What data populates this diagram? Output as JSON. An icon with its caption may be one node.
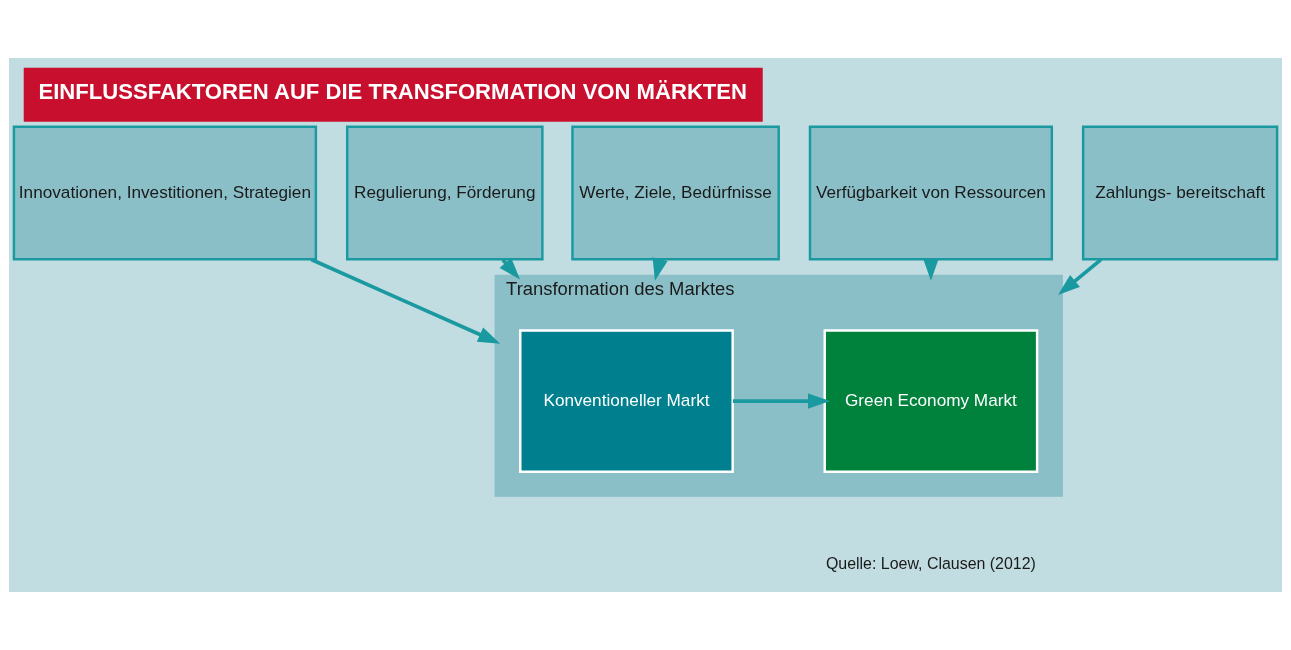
{
  "diagram": {
    "title": "EINFLUSSFAKTOREN AUF DIE TRANSFORMATION VON MÄRKTEN",
    "nodes": [
      {
        "text": [
          "Innovationen, Investitionen, Strategien"
        ]
      },
      {
        "text": [
          "Regulierung, Förderung"
        ]
      },
      {
        "text": [
          "Werte, Ziele, Bedürfnisse"
        ]
      },
      {
        "text": [
          "Verfügbarkeit von Ressourcen"
        ]
      },
      {
        "text": [
          "Zahlungs- bereitschaft"
        ]
      },
      {
        "text": [
          "Transformation des Marktes"
        ]
      },
      {
        "text": [
          "Konventioneller Markt"
        ],
        "in": 5
      },
      {
        "text": [
          "Green Economy Markt"
        ],
        "in": 5
      }
    ],
    "edges": [
      {
        "from": 0,
        "to": 5,
        "arrow": "to"
      },
      {
        "from": 1,
        "to": 5,
        "arrow": "to"
      },
      {
        "from": 2,
        "to": 5,
        "arrow": "to"
      },
      {
        "from": 3,
        "to": 5,
        "arrow": "to"
      },
      {
        "from": 4,
        "to": 5,
        "arrow": "to"
      },
      {
        "from": 6,
        "to": 7,
        "arrow": "to"
      }
    ],
    "labels": [
      "Quelle: Loew, Clausen (2012)"
    ]
  }
}
